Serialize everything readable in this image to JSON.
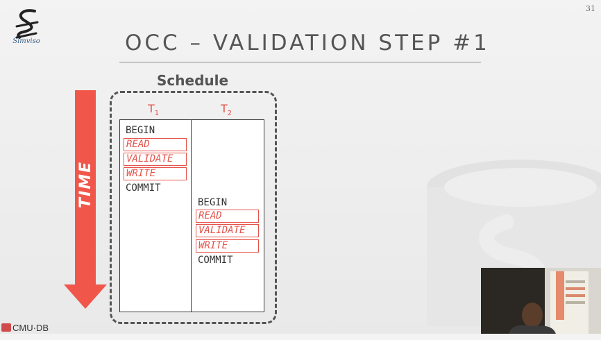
{
  "logo": {
    "text": "Simviso"
  },
  "page_number": "31",
  "title": "OCC – VALIDATION STEP #1",
  "time_label": "TIME",
  "schedule": {
    "label": "Schedule",
    "t1": {
      "name": "T",
      "sub": "1"
    },
    "t2": {
      "name": "T",
      "sub": "2"
    },
    "t1_ops": [
      "BEGIN",
      "READ",
      "VALIDATE",
      "WRITE",
      "COMMIT"
    ],
    "t2_ops": [
      "BEGIN",
      "READ",
      "VALIDATE",
      "WRITE",
      "COMMIT"
    ]
  },
  "footer": {
    "brand": "CMU·DB"
  },
  "colors": {
    "accent": "#e4534a",
    "text": "#555555"
  }
}
